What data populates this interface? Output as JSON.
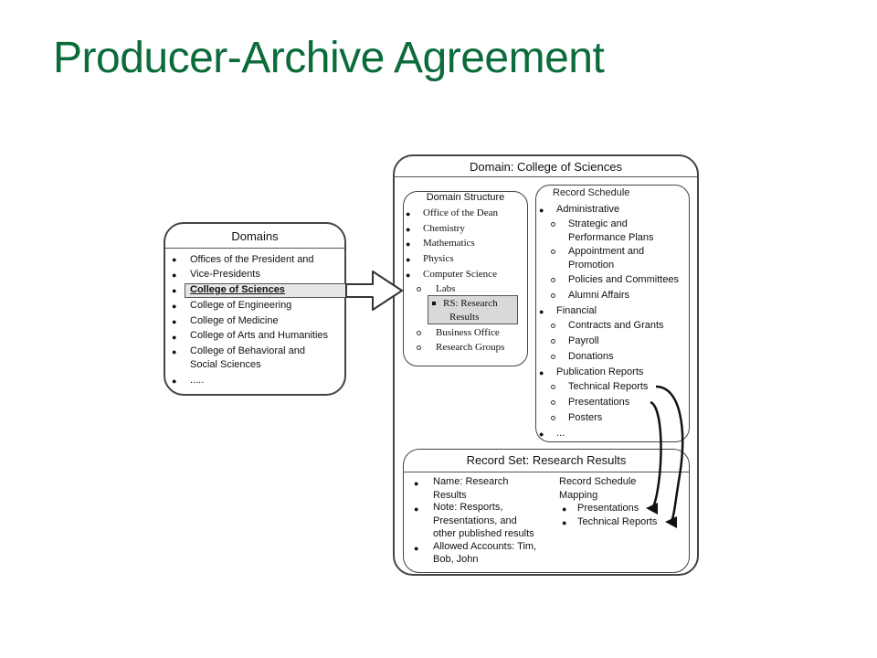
{
  "slide": {
    "title": "Producer-Archive Agreement"
  },
  "domains": {
    "heading": "Domains",
    "items": [
      "Offices of the President and",
      "Vice-Presidents",
      "College of Sciences",
      "College of Engineering",
      "College of  Medicine",
      "College of Arts and Humanities",
      "College of Behavioral and",
      "Social Sciences",
      "....."
    ]
  },
  "college_domain": {
    "heading": "Domain: College of Sciences"
  },
  "domain_structure": {
    "heading": "Domain Structure",
    "items": [
      "Office of the Dean",
      "Chemistry",
      "Mathematics",
      "Physics",
      "Computer Science"
    ],
    "sub_items": [
      "Labs",
      "Business Office",
      "Research Groups"
    ],
    "highlight": [
      "RS: Research",
      "Results"
    ]
  },
  "record_schedule": {
    "heading": "Record Schedule",
    "admin": "Administrative",
    "admin_items": [
      "Strategic and",
      "Performance Plans",
      "Appointment and",
      "Promotion",
      "Policies and Committees",
      "Alumni Affairs"
    ],
    "financial": "Financial",
    "financial_items": [
      "Contracts and Grants",
      "Payroll",
      "Donations"
    ],
    "publication": "Publication Reports",
    "publication_items": [
      "Technical Reports",
      "Presentations",
      "Posters"
    ],
    "ellipsis": "..."
  },
  "record_set": {
    "heading": "Record Set: Research Results",
    "left": [
      "Name: Research",
      "Results",
      "Note: Resports,",
      "Presentations, and",
      "other published results",
      "Allowed Accounts: Tim,",
      "Bob, John"
    ],
    "mapping_title": [
      "Record Schedule",
      "Mapping"
    ],
    "mapping_items": [
      "Presentations",
      "Technical Reports"
    ]
  }
}
